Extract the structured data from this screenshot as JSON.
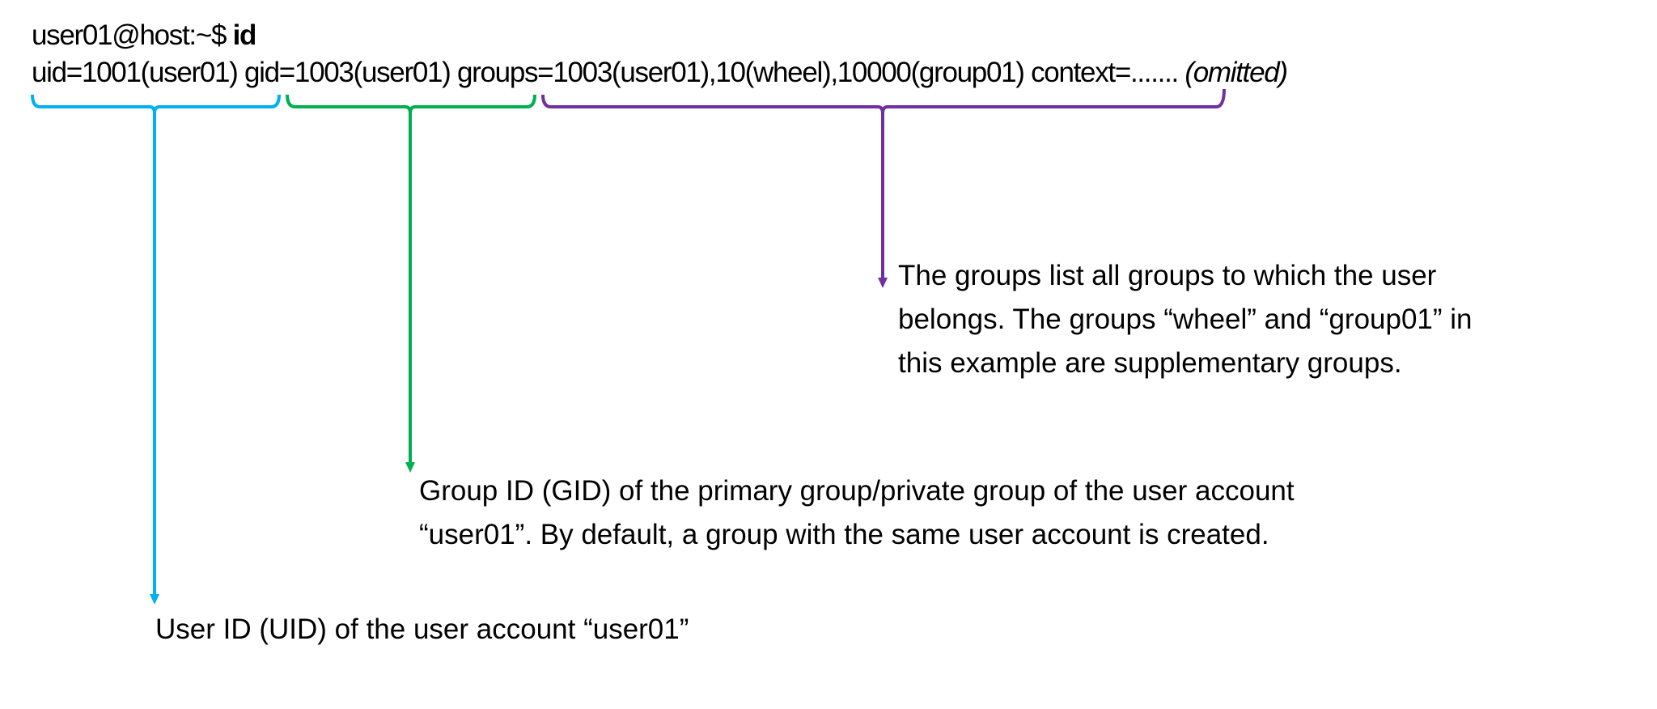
{
  "terminal": {
    "prompt": "user01@host:~$ ",
    "command": "id",
    "output": {
      "uid": "uid=1001(user01)",
      "gid": "gid=1003(user01)",
      "groups": "groups=1003(user01),10(wheel),10000(group01)",
      "context": "context=.......",
      "omitted": "(omitted)"
    }
  },
  "annotations": {
    "groups": {
      "color": "#7030A0",
      "lines": [
        "The groups list all groups to which the user",
        "belongs. The groups “wheel” and “group01” in",
        "this example are supplementary groups."
      ]
    },
    "gid": {
      "color": "#00B050",
      "lines": [
        "Group ID (GID) of the primary group/private group of the user account",
        "“user01”. By default, a group with the same user account is created."
      ]
    },
    "uid": {
      "color": "#00B0F0",
      "lines": [
        "User ID (UID) of the user account “user01”"
      ]
    }
  }
}
